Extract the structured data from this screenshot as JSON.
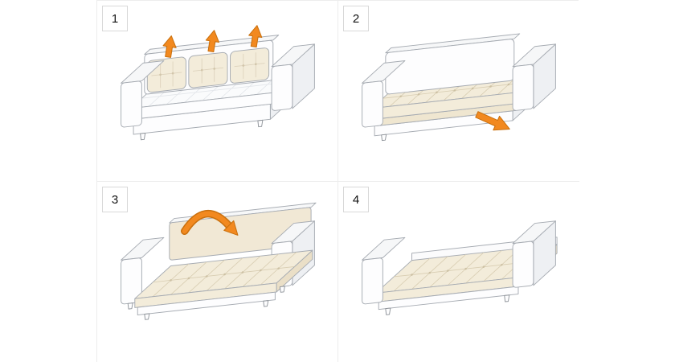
{
  "page": {
    "background": "#ffffff",
    "panel_border": "#ededed",
    "kind": "sofa-bed-conversion-instructions"
  },
  "colors": {
    "arrow": "#f2891f",
    "arrow_outline": "#c9700e",
    "upholstery": "#f3ecda",
    "upholstery_shade": "#eadfc7",
    "upholstery_line": "#d8cdb2",
    "frame_white": "#fdfdfe",
    "outline_gray": "#a6abb2",
    "number_color": "#111111"
  },
  "steps": [
    {
      "number": "1",
      "illustration": "sofa-with-back-cushions-lifted",
      "arrow_icon": "three-up-arrows"
    },
    {
      "number": "2",
      "illustration": "sofa-without-cushions-pull-base",
      "arrow_icon": "pull-out-arrow"
    },
    {
      "number": "3",
      "illustration": "sofa-extended-fold-backrest",
      "arrow_icon": "fold-over-arrow"
    },
    {
      "number": "4",
      "illustration": "flat-sofa-bed-result",
      "arrow_icon": "none"
    }
  ]
}
